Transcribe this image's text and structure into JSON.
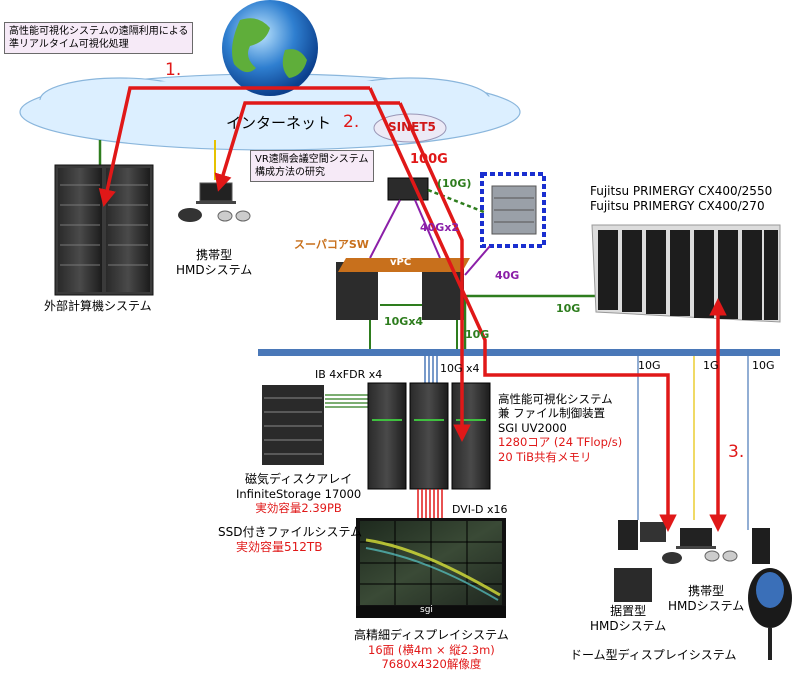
{
  "note_box_1": [
    "高性能可視化システムの遠隔利用による",
    "準リアルタイム可視化処理"
  ],
  "note_box_2": [
    "VR遠隔会議空間システム",
    "構成方法の研究"
  ],
  "internet_label": "インターネット",
  "sinet_label": "SINET5",
  "step_labels": [
    "1.",
    "2.",
    "3."
  ],
  "link_labels": {
    "g100": "100G",
    "g10_paren": "(10G)",
    "g40x2": "40Gx2",
    "g40": "40G",
    "g10_core_left": "10Gx4",
    "g10_core_down": "10G",
    "g10_server": "10G",
    "g10x4_bus": "10G x4",
    "g10_a": "10G",
    "g10_b": "1G",
    "g10_c": "10G",
    "ib": "IB 4xFDR x4",
    "dvi": "DVI-D x16"
  },
  "core_switch": {
    "title": "スーパコアSW",
    "vpc": "vPC"
  },
  "external_system": "外部計算機システム",
  "portable_hmd_top": [
    "携帯型",
    "HMDシステム"
  ],
  "fujitsu": [
    "Fujitsu PRIMERGY  CX400/2550",
    "Fujitsu PRIMERGY  CX400/270"
  ],
  "viz_system": {
    "lines": [
      "高性能可視化システム",
      "兼 ファイル制御装置",
      "SGI UV2000"
    ],
    "red_lines": [
      "1280コア (24 TFlop/s)",
      "20 TiB共有メモリ"
    ]
  },
  "disk_array": {
    "lines": [
      "磁気ディスクアレイ",
      "InfiniteStorage 17000"
    ],
    "red": "実効容量2.39PB"
  },
  "ssd": {
    "title": "SSD付きファイルシステム",
    "red": "実効容量512TB"
  },
  "display_system": {
    "title": "高精細ディスプレイシステム",
    "red_lines": [
      "16面 (横4m × 縦2.3m)",
      "7680x4320解像度"
    ],
    "brand": "sgi"
  },
  "fixed_hmd": [
    "据置型",
    "HMDシステム"
  ],
  "portable_hmd_bottom": [
    "携帯型",
    "HMDシステム"
  ],
  "dome": "ドーム型ディスプレイシステム",
  "colors": {
    "red": "#e01818",
    "green": "#2e7d1e",
    "purple": "#8b1fa8",
    "bus": "#4a78b8"
  }
}
